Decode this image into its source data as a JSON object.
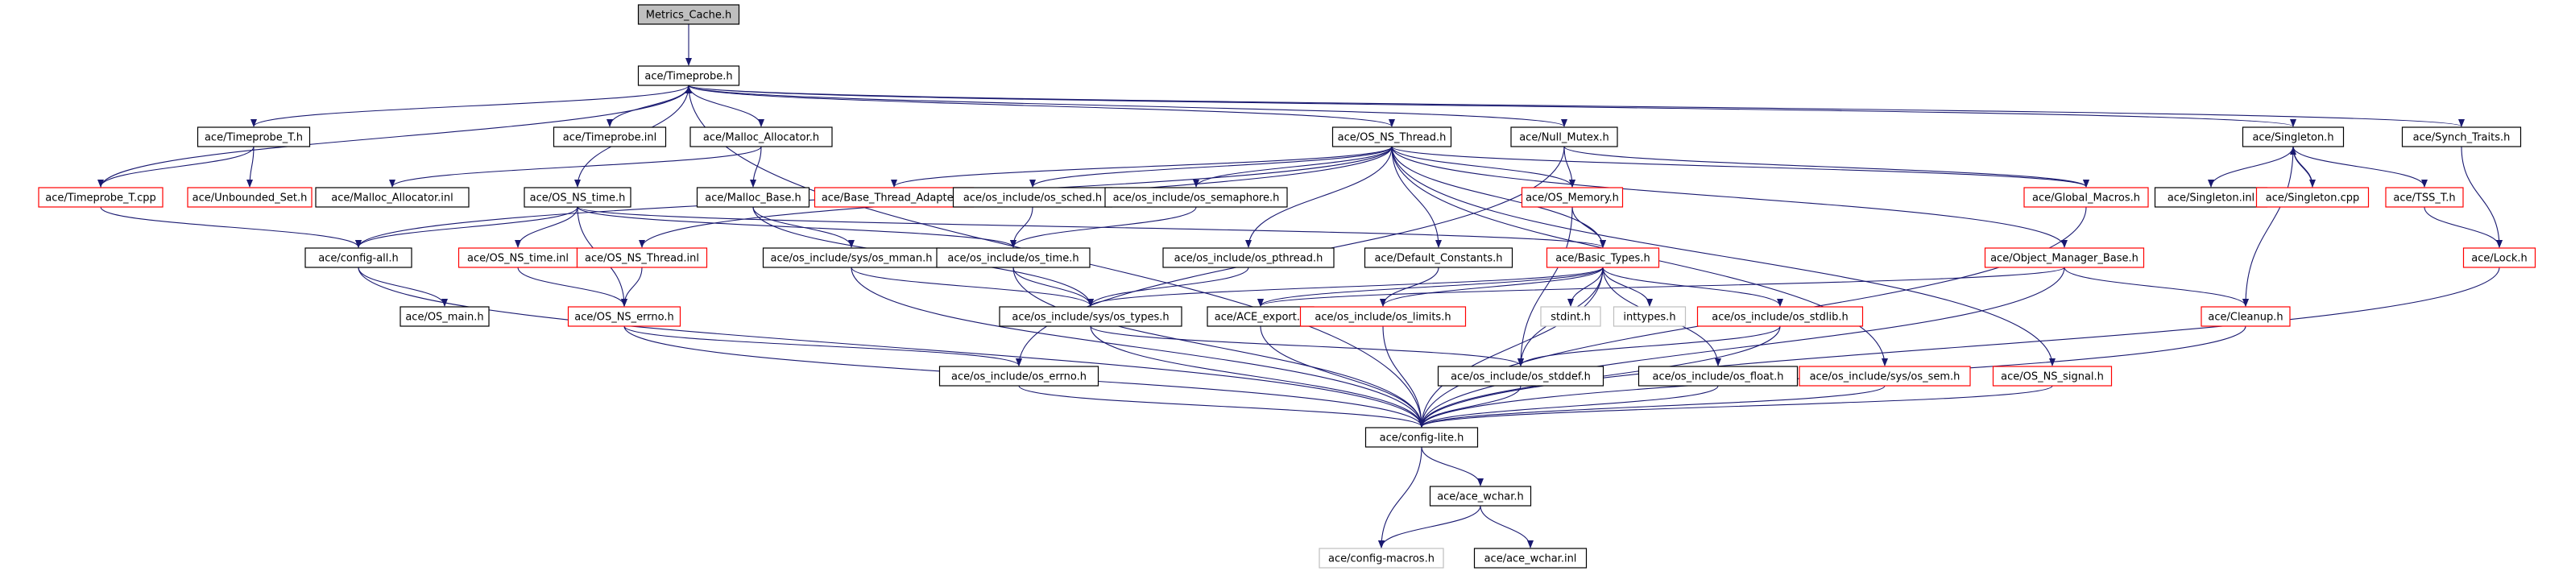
{
  "diagram": {
    "colors": {
      "edge": "#191970",
      "text": "#000000",
      "normal_border": "#000000",
      "missing_border": "#ff0000",
      "system_border": "#bfbfbf",
      "root_fill": "#bfbfbf",
      "background": "#ffffff"
    },
    "nodes": [
      {
        "id": "metrics_cache",
        "label": "Metrics_Cache.h",
        "kind": "root"
      },
      {
        "id": "timeprobe",
        "label": "ace/Timeprobe.h",
        "kind": "normal"
      },
      {
        "id": "timeprobe_t",
        "label": "ace/Timeprobe_T.h",
        "kind": "normal"
      },
      {
        "id": "timeprobe_inl",
        "label": "ace/Timeprobe.inl",
        "kind": "normal"
      },
      {
        "id": "malloc_alloc",
        "label": "ace/Malloc_Allocator.h",
        "kind": "normal"
      },
      {
        "id": "os_ns_thread",
        "label": "ace/OS_NS_Thread.h",
        "kind": "normal"
      },
      {
        "id": "null_mutex",
        "label": "ace/Null_Mutex.h",
        "kind": "normal"
      },
      {
        "id": "singleton",
        "label": "ace/Singleton.h",
        "kind": "normal"
      },
      {
        "id": "synch_traits",
        "label": "ace/Synch_Traits.h",
        "kind": "normal"
      },
      {
        "id": "timeprobe_t_cpp",
        "label": "ace/Timeprobe_T.cpp",
        "kind": "missing"
      },
      {
        "id": "unbounded_set",
        "label": "ace/Unbounded_Set.h",
        "kind": "missing"
      },
      {
        "id": "malloc_alloc_inl",
        "label": "ace/Malloc_Allocator.inl",
        "kind": "normal"
      },
      {
        "id": "os_ns_time",
        "label": "ace/OS_NS_time.h",
        "kind": "normal"
      },
      {
        "id": "malloc_base",
        "label": "ace/Malloc_Base.h",
        "kind": "normal"
      },
      {
        "id": "base_thread_adapter",
        "label": "ace/Base_Thread_Adapter.h",
        "kind": "missing"
      },
      {
        "id": "os_sched",
        "label": "ace/os_include/os_sched.h",
        "kind": "normal"
      },
      {
        "id": "os_semaphore",
        "label": "ace/os_include/os_semaphore.h",
        "kind": "normal"
      },
      {
        "id": "os_memory",
        "label": "ace/OS_Memory.h",
        "kind": "missing"
      },
      {
        "id": "global_macros",
        "label": "ace/Global_Macros.h",
        "kind": "missing"
      },
      {
        "id": "singleton_inl",
        "label": "ace/Singleton.inl",
        "kind": "normal"
      },
      {
        "id": "singleton_cpp",
        "label": "ace/Singleton.cpp",
        "kind": "missing"
      },
      {
        "id": "tss_t",
        "label": "ace/TSS_T.h",
        "kind": "missing"
      },
      {
        "id": "config_all",
        "label": "ace/config-all.h",
        "kind": "normal"
      },
      {
        "id": "os_ns_time_inl",
        "label": "ace/OS_NS_time.inl",
        "kind": "missing"
      },
      {
        "id": "os_ns_thread_inl",
        "label": "ace/OS_NS_Thread.inl",
        "kind": "missing"
      },
      {
        "id": "sys_os_mman",
        "label": "ace/os_include/sys/os_mman.h",
        "kind": "normal"
      },
      {
        "id": "os_time",
        "label": "ace/os_include/os_time.h",
        "kind": "normal"
      },
      {
        "id": "os_pthread",
        "label": "ace/os_include/os_pthread.h",
        "kind": "normal"
      },
      {
        "id": "default_constants",
        "label": "ace/Default_Constants.h",
        "kind": "normal"
      },
      {
        "id": "basic_types",
        "label": "ace/Basic_Types.h",
        "kind": "missing"
      },
      {
        "id": "object_manager_base",
        "label": "ace/Object_Manager_Base.h",
        "kind": "missing"
      },
      {
        "id": "lock",
        "label": "ace/Lock.h",
        "kind": "missing"
      },
      {
        "id": "os_main",
        "label": "ace/OS_main.h",
        "kind": "normal"
      },
      {
        "id": "os_ns_errno",
        "label": "ace/OS_NS_errno.h",
        "kind": "missing"
      },
      {
        "id": "sys_os_types",
        "label": "ace/os_include/sys/os_types.h",
        "kind": "normal"
      },
      {
        "id": "ace_export",
        "label": "ace/ACE_export.h",
        "kind": "normal"
      },
      {
        "id": "os_limits",
        "label": "ace/os_include/os_limits.h",
        "kind": "missing"
      },
      {
        "id": "stdint",
        "label": "stdint.h",
        "kind": "system"
      },
      {
        "id": "inttypes",
        "label": "inttypes.h",
        "kind": "system"
      },
      {
        "id": "os_stdlib",
        "label": "ace/os_include/os_stdlib.h",
        "kind": "missing"
      },
      {
        "id": "cleanup",
        "label": "ace/Cleanup.h",
        "kind": "missing"
      },
      {
        "id": "os_errno",
        "label": "ace/os_include/os_errno.h",
        "kind": "normal"
      },
      {
        "id": "os_stddef",
        "label": "ace/os_include/os_stddef.h",
        "kind": "normal"
      },
      {
        "id": "os_float",
        "label": "ace/os_include/os_float.h",
        "kind": "normal"
      },
      {
        "id": "sys_os_sem",
        "label": "ace/os_include/sys/os_sem.h",
        "kind": "missing"
      },
      {
        "id": "os_ns_signal",
        "label": "ace/OS_NS_signal.h",
        "kind": "missing"
      },
      {
        "id": "config_lite",
        "label": "ace/config-lite.h",
        "kind": "normal"
      },
      {
        "id": "ace_wchar",
        "label": "ace/ace_wchar.h",
        "kind": "normal"
      },
      {
        "id": "config_macros",
        "label": "ace/config-macros.h",
        "kind": "system"
      },
      {
        "id": "ace_wchar_inl",
        "label": "ace/ace_wchar.inl",
        "kind": "normal"
      }
    ],
    "edges": [
      [
        "metrics_cache",
        "timeprobe"
      ],
      [
        "timeprobe",
        "timeprobe_t"
      ],
      [
        "timeprobe",
        "timeprobe_inl"
      ],
      [
        "timeprobe",
        "malloc_alloc"
      ],
      [
        "timeprobe",
        "os_ns_thread"
      ],
      [
        "timeprobe",
        "null_mutex"
      ],
      [
        "timeprobe",
        "singleton"
      ],
      [
        "timeprobe",
        "synch_traits"
      ],
      [
        "timeprobe",
        "os_ns_time"
      ],
      [
        "timeprobe",
        "config_lite"
      ],
      [
        "timeprobe_t",
        "timeprobe_t_cpp"
      ],
      [
        "timeprobe_t",
        "unbounded_set"
      ],
      [
        "timeprobe_t_cpp",
        "timeprobe"
      ],
      [
        "timeprobe_t_cpp",
        "config_all"
      ],
      [
        "malloc_alloc",
        "malloc_alloc_inl"
      ],
      [
        "malloc_alloc",
        "malloc_base"
      ],
      [
        "os_ns_thread",
        "config_all"
      ],
      [
        "os_ns_thread",
        "os_ns_thread_inl"
      ],
      [
        "os_ns_thread",
        "base_thread_adapter"
      ],
      [
        "os_ns_thread",
        "os_sched"
      ],
      [
        "os_ns_thread",
        "os_semaphore"
      ],
      [
        "os_ns_thread",
        "os_memory"
      ],
      [
        "os_ns_thread",
        "global_macros"
      ],
      [
        "os_ns_thread",
        "os_pthread"
      ],
      [
        "os_ns_thread",
        "default_constants"
      ],
      [
        "os_ns_thread",
        "basic_types"
      ],
      [
        "os_ns_thread",
        "object_manager_base"
      ],
      [
        "os_ns_thread",
        "sys_os_sem"
      ],
      [
        "os_ns_thread",
        "os_ns_signal"
      ],
      [
        "null_mutex",
        "os_memory"
      ],
      [
        "null_mutex",
        "global_macros"
      ],
      [
        "null_mutex",
        "os_errno"
      ],
      [
        "singleton",
        "singleton_inl"
      ],
      [
        "singleton",
        "singleton_cpp"
      ],
      [
        "singleton",
        "tss_t"
      ],
      [
        "singleton",
        "cleanup"
      ],
      [
        "singleton_cpp",
        "singleton"
      ],
      [
        "synch_traits",
        "lock"
      ],
      [
        "tss_t",
        "lock"
      ],
      [
        "os_ns_time",
        "config_all"
      ],
      [
        "os_ns_time",
        "os_ns_time_inl"
      ],
      [
        "os_ns_time",
        "os_ns_errno"
      ],
      [
        "os_ns_time",
        "os_time"
      ],
      [
        "os_ns_time",
        "basic_types"
      ],
      [
        "malloc_base",
        "sys_os_mman"
      ],
      [
        "malloc_base",
        "sys_os_types"
      ],
      [
        "os_sched",
        "os_time"
      ],
      [
        "os_semaphore",
        "os_time"
      ],
      [
        "os_memory",
        "basic_types"
      ],
      [
        "os_memory",
        "os_stddef"
      ],
      [
        "global_macros",
        "config_lite"
      ],
      [
        "config_all",
        "os_main"
      ],
      [
        "config_all",
        "config_lite"
      ],
      [
        "os_ns_time_inl",
        "os_ns_errno"
      ],
      [
        "os_ns_thread_inl",
        "os_ns_errno"
      ],
      [
        "sys_os_mman",
        "sys_os_types"
      ],
      [
        "sys_os_mman",
        "config_lite"
      ],
      [
        "os_time",
        "sys_os_types"
      ],
      [
        "os_time",
        "config_lite"
      ],
      [
        "os_pthread",
        "sys_os_types"
      ],
      [
        "default_constants",
        "os_limits"
      ],
      [
        "basic_types",
        "sys_os_types"
      ],
      [
        "basic_types",
        "ace_export"
      ],
      [
        "basic_types",
        "os_limits"
      ],
      [
        "basic_types",
        "stdint"
      ],
      [
        "basic_types",
        "inttypes"
      ],
      [
        "basic_types",
        "os_stdlib"
      ],
      [
        "basic_types",
        "os_stddef"
      ],
      [
        "basic_types",
        "os_float"
      ],
      [
        "basic_types",
        "config_lite"
      ],
      [
        "object_manager_base",
        "cleanup"
      ],
      [
        "object_manager_base",
        "config_lite"
      ],
      [
        "object_manager_base",
        "ace_export"
      ],
      [
        "lock",
        "config_lite"
      ],
      [
        "cleanup",
        "config_lite"
      ],
      [
        "os_ns_errno",
        "os_errno"
      ],
      [
        "os_ns_errno",
        "config_lite"
      ],
      [
        "sys_os_types",
        "os_stddef"
      ],
      [
        "sys_os_types",
        "config_lite"
      ],
      [
        "ace_export",
        "config_lite"
      ],
      [
        "os_limits",
        "config_lite"
      ],
      [
        "os_stdlib",
        "os_stddef"
      ],
      [
        "os_stdlib",
        "config_lite"
      ],
      [
        "os_errno",
        "config_lite"
      ],
      [
        "os_stddef",
        "config_lite"
      ],
      [
        "os_float",
        "config_lite"
      ],
      [
        "sys_os_sem",
        "config_lite"
      ],
      [
        "os_ns_signal",
        "config_lite"
      ],
      [
        "config_lite",
        "ace_wchar"
      ],
      [
        "config_lite",
        "config_macros"
      ],
      [
        "ace_wchar",
        "config_macros"
      ],
      [
        "ace_wchar",
        "ace_wchar_inl"
      ]
    ]
  }
}
